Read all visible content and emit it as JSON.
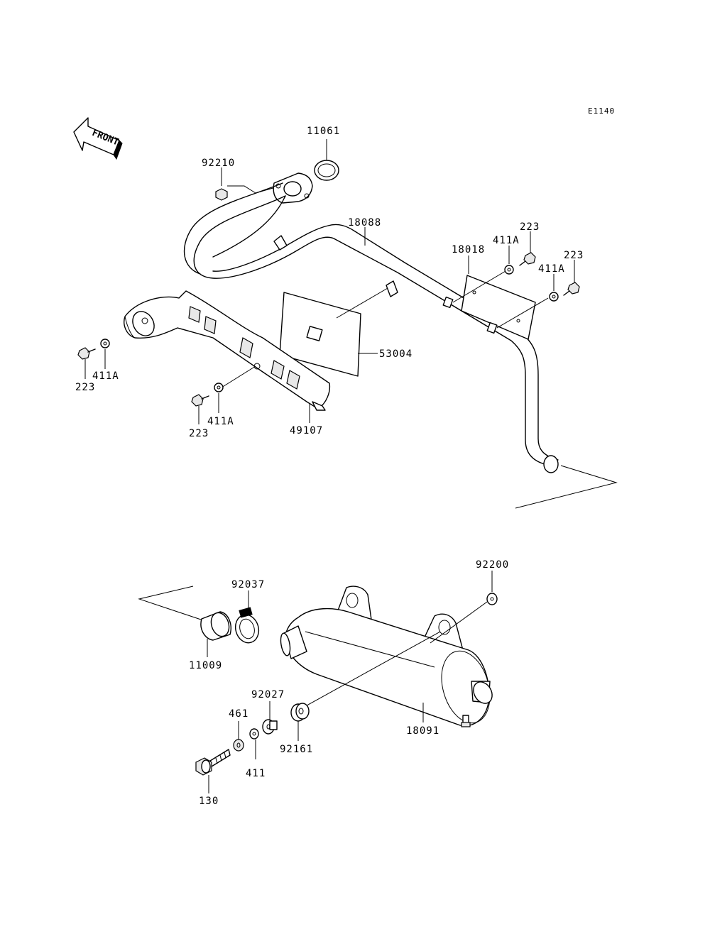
{
  "diagram": {
    "ref_code": "E1140",
    "front_label": "FRONT",
    "labels": {
      "p11061": "11061",
      "p92210": "92210",
      "p18088": "18088",
      "p18018": "18018",
      "p223_a": "223",
      "p411A_a": "411A",
      "p223_b": "223",
      "p411A_b": "411A",
      "p53004": "53004",
      "p223_c": "223",
      "p411A_c": "411A",
      "p223_d": "223",
      "p411A_d": "411A",
      "p49107": "49107",
      "p92200": "92200",
      "p92037": "92037",
      "p11009": "11009",
      "p92027": "92027",
      "p461": "461",
      "p411": "411",
      "p92161": "92161",
      "p18091": "18091",
      "p130": "130"
    }
  }
}
